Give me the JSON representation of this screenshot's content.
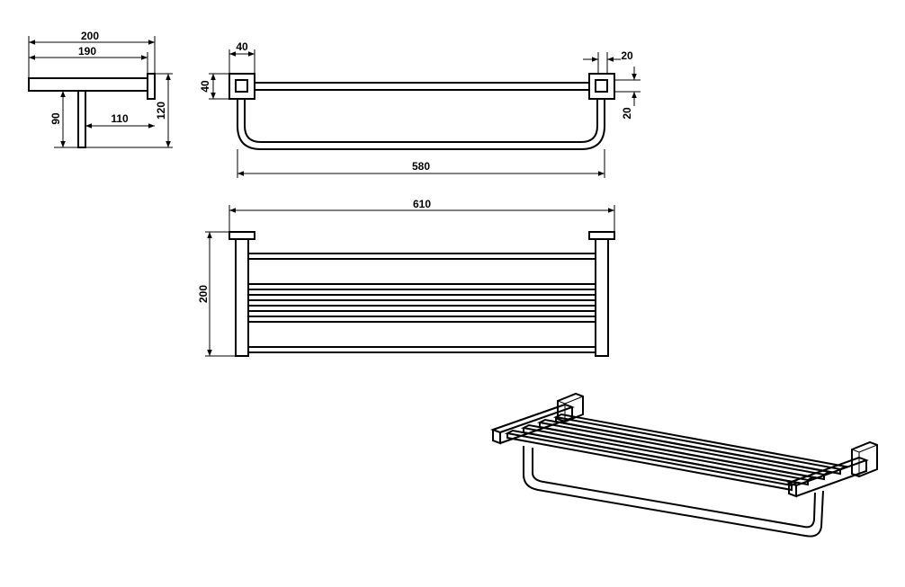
{
  "dimensions": {
    "side_width_total": "200",
    "side_width_bar": "190",
    "side_drop": "90",
    "side_offset": "110",
    "side_height": "120",
    "front_block": "40",
    "front_block_h": "40",
    "front_tube": "20",
    "front_tube_h": "20",
    "front_span": "580",
    "top_span": "610",
    "top_depth": "200"
  },
  "colors": {
    "line": "#000000",
    "background": "#ffffff"
  }
}
